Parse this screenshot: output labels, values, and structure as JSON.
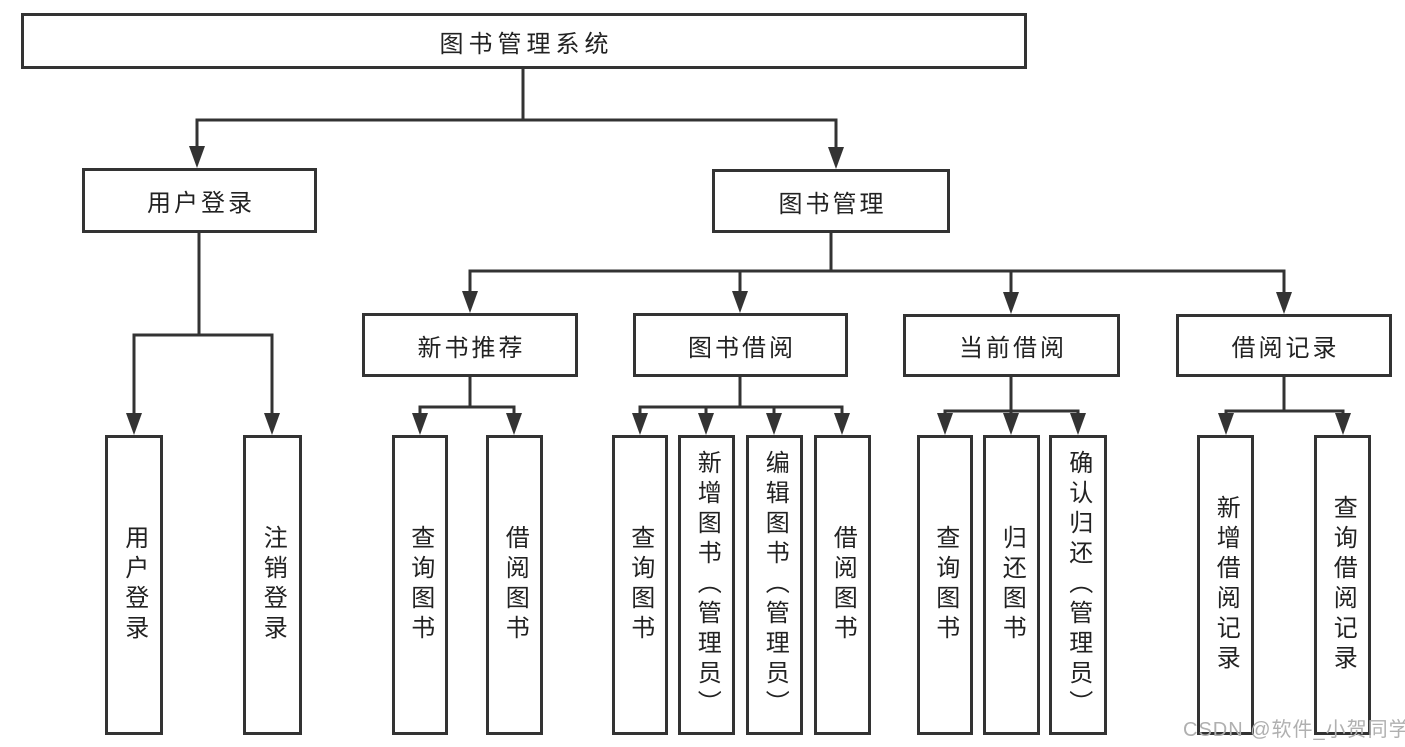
{
  "title": "图书管理系统",
  "watermark": "CSDN @软件_小贺同学",
  "colors": {
    "line": "#333333",
    "box_border": "#333333",
    "text": "#222222",
    "background": "#ffffff",
    "watermark": "#b0b0b0"
  },
  "tree": {
    "root": {
      "label": "图书管理系统"
    },
    "level1": [
      {
        "label": "用户登录",
        "parent": "图书管理系统"
      },
      {
        "label": "图书管理",
        "parent": "图书管理系统"
      }
    ],
    "level2": [
      {
        "label": "新书推荐",
        "parent": "图书管理"
      },
      {
        "label": "图书借阅",
        "parent": "图书管理"
      },
      {
        "label": "当前借阅",
        "parent": "图书管理"
      },
      {
        "label": "借阅记录",
        "parent": "图书管理"
      }
    ],
    "leaves": [
      {
        "label": "用户登录",
        "parent": "用户登录"
      },
      {
        "label": "注销登录",
        "parent": "用户登录"
      },
      {
        "label": "查询图书",
        "parent": "新书推荐"
      },
      {
        "label": "借阅图书",
        "parent": "新书推荐"
      },
      {
        "label": "查询图书",
        "parent": "图书借阅"
      },
      {
        "label": "新增图书（管理员）",
        "parent": "图书借阅"
      },
      {
        "label": "编辑图书（管理员）",
        "parent": "图书借阅"
      },
      {
        "label": "借阅图书",
        "parent": "图书借阅"
      },
      {
        "label": "查询图书",
        "parent": "当前借阅"
      },
      {
        "label": "归还图书",
        "parent": "当前借阅"
      },
      {
        "label": "确认归还（管理员）",
        "parent": "当前借阅"
      },
      {
        "label": "新增借阅记录",
        "parent": "借阅记录"
      },
      {
        "label": "查询借阅记录",
        "parent": "借阅记录"
      }
    ]
  }
}
